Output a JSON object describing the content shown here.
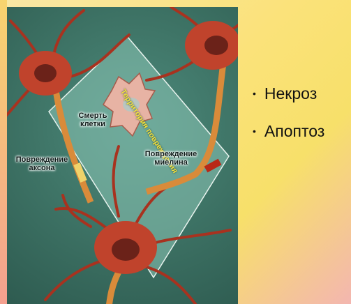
{
  "figure": {
    "territory_label": "Территория повреждения",
    "cell_death_label": "Смерть\nклетки",
    "axon_damage_label": "Повреждение\nаксона",
    "myelin_damage_label": "Повреждение\nмиелина"
  },
  "bullets": [
    "Некроз",
    "Апоптоз"
  ]
}
